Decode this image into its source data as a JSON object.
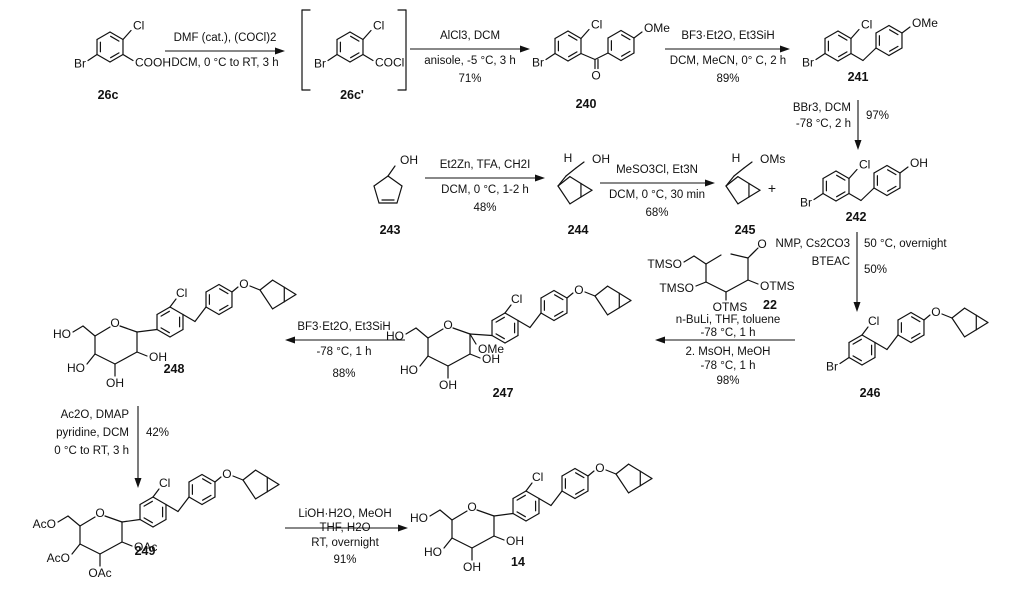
{
  "compounds": {
    "c26c": {
      "id": "26c",
      "atoms": [
        "Cl",
        "Br",
        "COOH"
      ]
    },
    "c26cp": {
      "id": "26c'",
      "atoms": [
        "Cl",
        "Br",
        "COCl"
      ]
    },
    "c240": {
      "id": "240",
      "atoms": [
        "Cl",
        "OMe",
        "O",
        "Br"
      ]
    },
    "c241": {
      "id": "241",
      "atoms": [
        "Cl",
        "OMe",
        "Br"
      ]
    },
    "c242": {
      "id": "242",
      "atoms": [
        "Cl",
        "OH",
        "Br"
      ]
    },
    "c243": {
      "id": "243",
      "atoms": [
        "OH"
      ]
    },
    "c244": {
      "id": "244",
      "atoms": [
        "H",
        "OH"
      ]
    },
    "c245": {
      "id": "245",
      "atoms": [
        "H",
        "OMs"
      ]
    },
    "c22": {
      "id": "22",
      "atoms": [
        "O",
        "TMSO",
        "OTMS",
        "TMSO",
        "OTMS"
      ]
    },
    "c246": {
      "id": "246",
      "atoms": [
        "Cl",
        "O",
        "Br"
      ]
    },
    "c247": {
      "id": "247",
      "atoms": [
        "Cl",
        "O",
        "HO",
        "O",
        "OMe",
        "HO",
        "OH",
        "OH"
      ]
    },
    "c248": {
      "id": "248",
      "atoms": [
        "Cl",
        "O",
        "HO",
        "O",
        "HO",
        "OH",
        "OH"
      ]
    },
    "c249": {
      "id": "249",
      "atoms": [
        "Cl",
        "O",
        "AcO",
        "O",
        "AcO",
        "OAc",
        "OAc"
      ]
    },
    "c14": {
      "id": "14",
      "atoms": [
        "Cl",
        "O",
        "HO",
        "O",
        "HO",
        "OH",
        "OH"
      ]
    }
  },
  "plus": "+",
  "steps": {
    "s1": {
      "above": [
        "DMF (cat.), (COCl)2"
      ],
      "below": [
        "DCM, 0 °C to RT, 3 h"
      ]
    },
    "s2": {
      "above": [
        "AlCl3, DCM"
      ],
      "below": [
        "anisole, -5 °C, 3 h",
        "71%"
      ]
    },
    "s3": {
      "above": [
        "BF3·Et2O, Et3SiH"
      ],
      "below": [
        "DCM, MeCN, 0° C, 2 h",
        "89%"
      ]
    },
    "s4": {
      "left": [
        "BBr3, DCM",
        "-78 °C, 2 h"
      ],
      "right": [
        "97%"
      ]
    },
    "s5": {
      "above": [
        "Et2Zn, TFA, CH2I"
      ],
      "below": [
        "DCM, 0 °C, 1-2 h",
        "48%"
      ]
    },
    "s6": {
      "above": [
        "MeSO3Cl, Et3N"
      ],
      "below": [
        "DCM, 0 °C, 30 min",
        "68%"
      ]
    },
    "s7": {
      "left": [
        "NMP, Cs2CO3",
        "BTEAC"
      ],
      "right": [
        "50 °C, overnight",
        "50%"
      ]
    },
    "s8": {
      "above": [
        "n-BuLi, THF, toluene",
        "-78 °C, 1 h"
      ],
      "below": [
        "2. MsOH, MeOH",
        "-78 °C, 1 h",
        "98%"
      ]
    },
    "s9": {
      "above": [
        "BF3·Et2O, Et3SiH"
      ],
      "below": [
        "-78 °C, 1 h",
        "88%"
      ]
    },
    "s10": {
      "left": [
        "Ac2O, DMAP",
        "pyridine, DCM",
        "0 °C to RT, 3 h"
      ],
      "right": [
        "42%"
      ]
    },
    "s11": {
      "above": [
        "LiOH·H2O, MeOH",
        "THF, H2O"
      ],
      "below": [
        "RT, overnight",
        "91%"
      ]
    }
  }
}
